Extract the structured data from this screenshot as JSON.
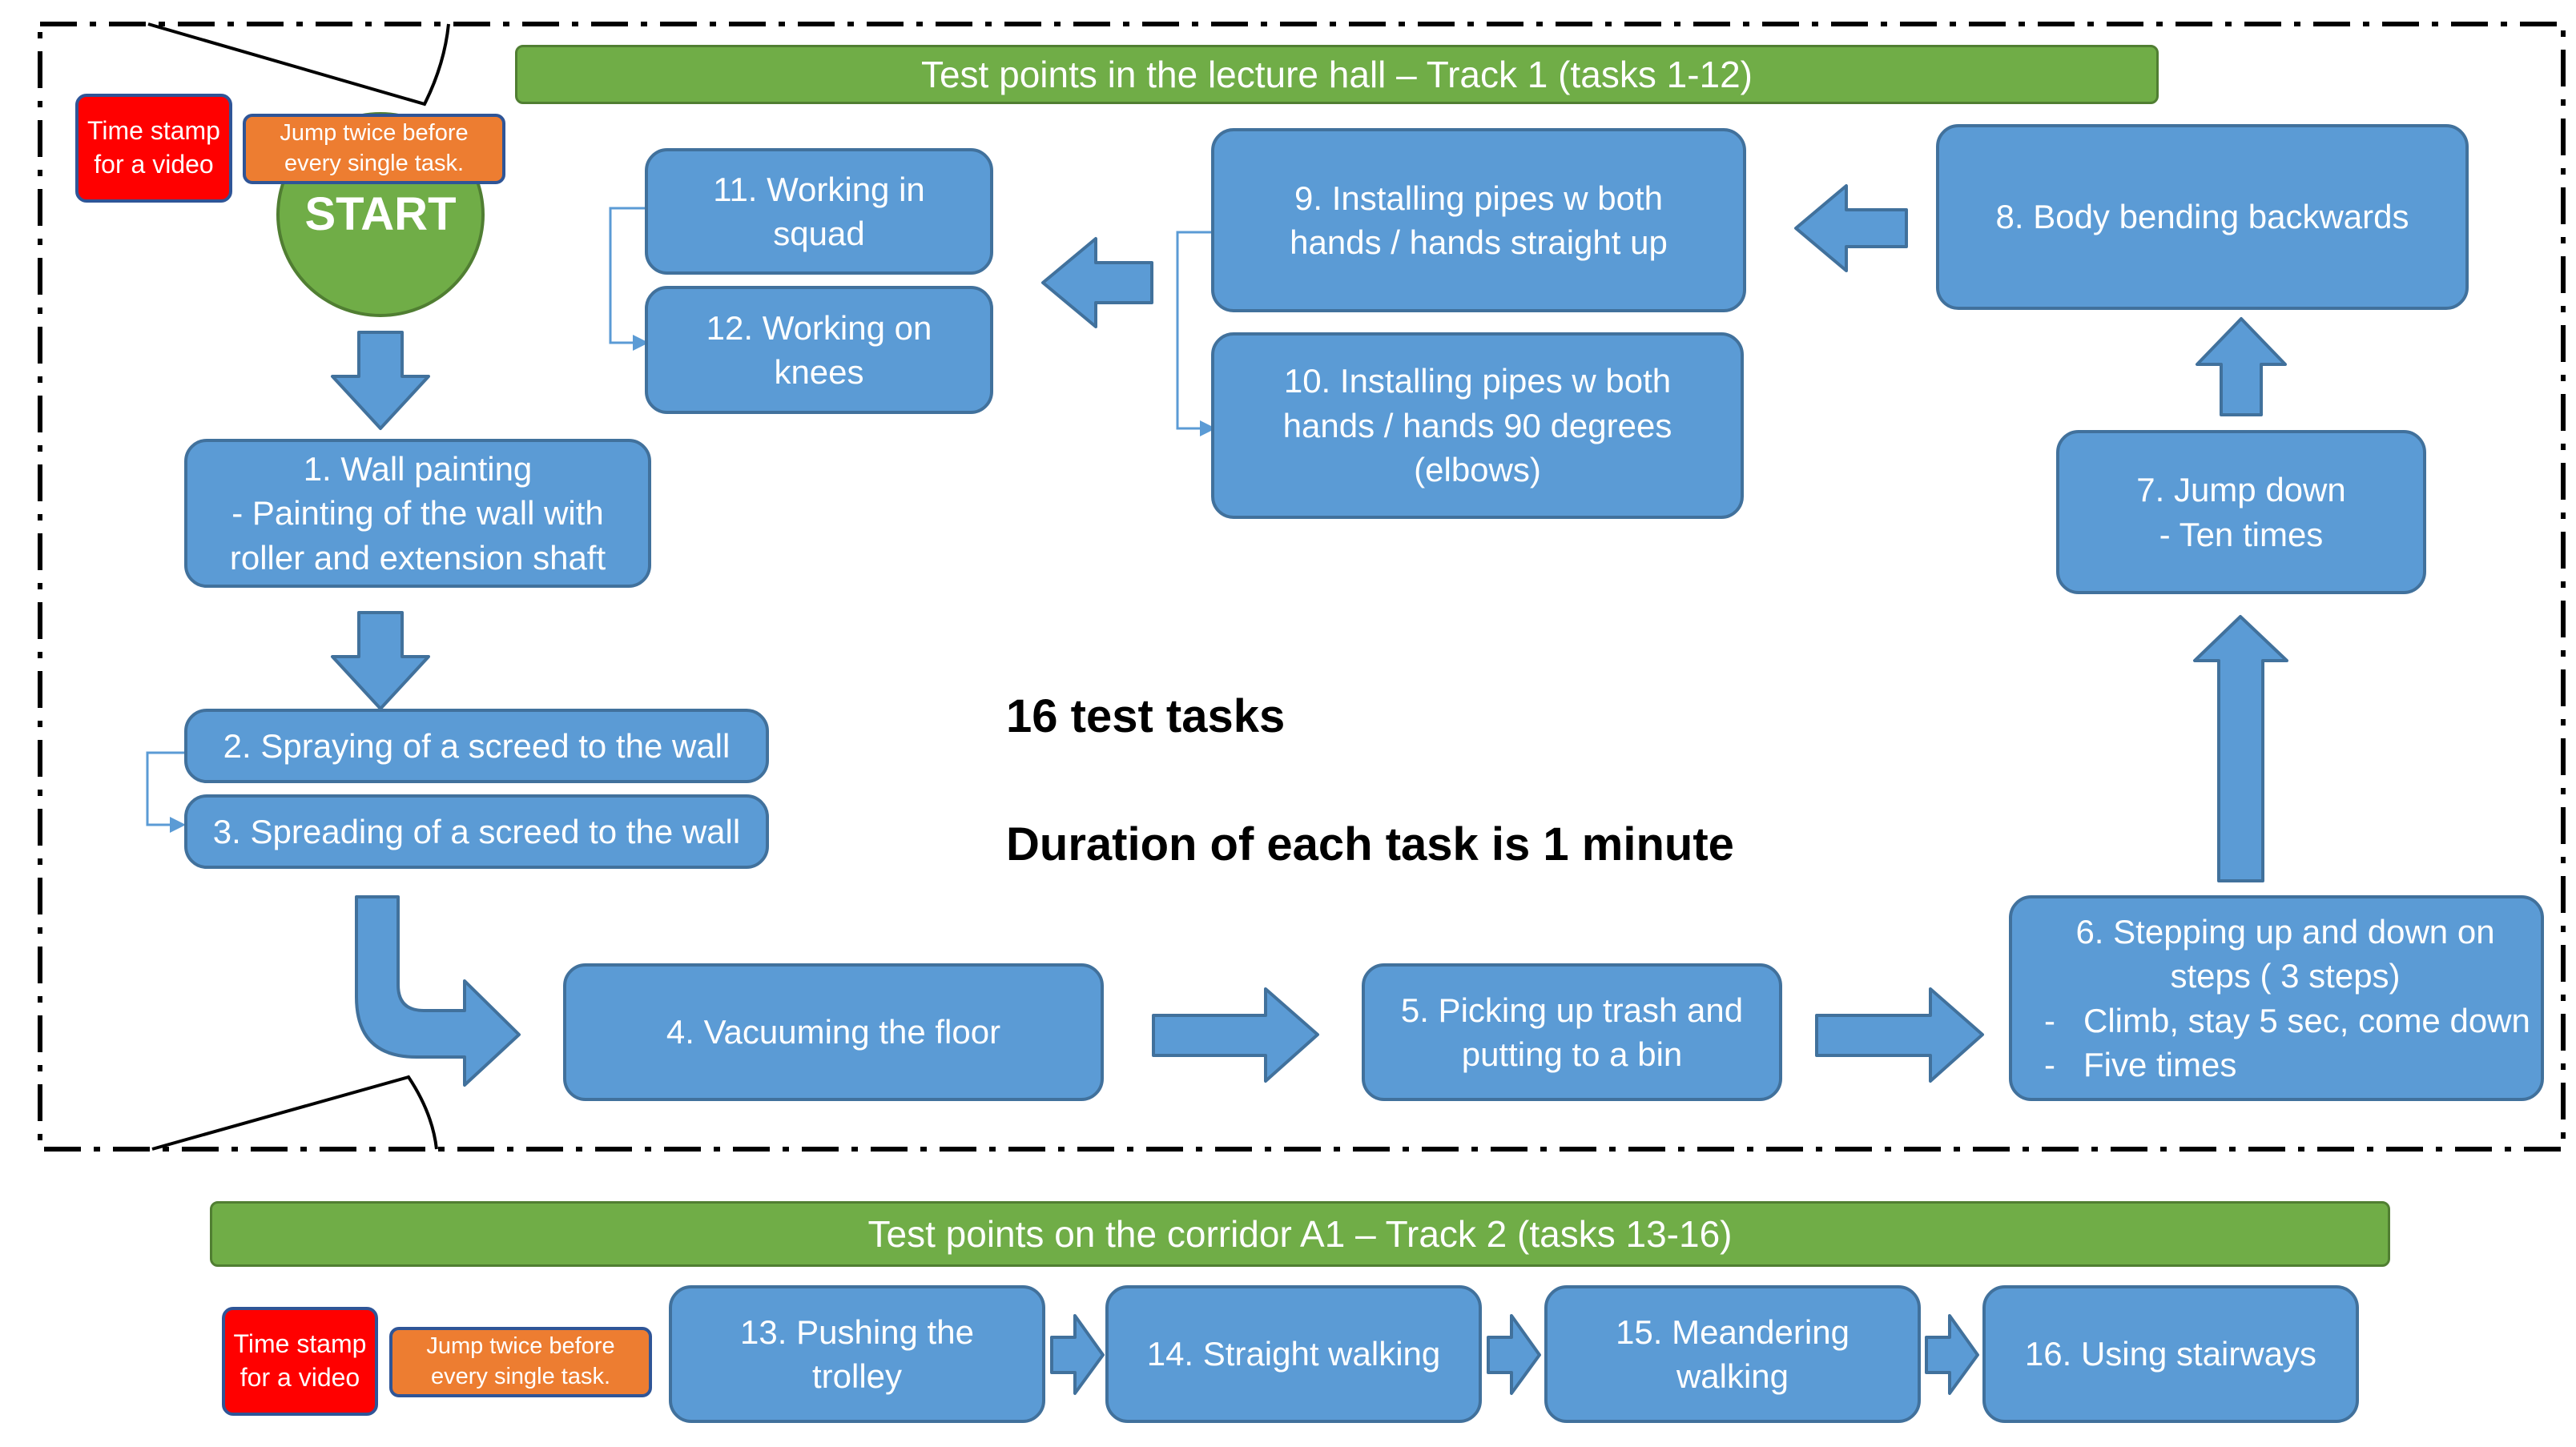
{
  "track1": {
    "title": "Test points in the lecture hall – Track 1 (tasks 1-12)",
    "time_stamp": "Time stamp\nfor a video",
    "jump_note": "Jump twice before\nevery single task.",
    "start_label": "START"
  },
  "tasks": {
    "t1": "1.  Wall painting\n- Painting of the wall with\nroller and extension shaft",
    "t2": "2. Spraying of a screed to the wall",
    "t3": "3. Spreading of a screed to the wall",
    "t4": "4. Vacuuming the floor",
    "t5": "5. Picking up trash and\nputting to a bin",
    "t6_title": "6. Stepping up and down on\nsteps ( 3 steps)",
    "t6_b1": "-   Climb, stay 5 sec, come down",
    "t6_b2": "-   Five times",
    "t7": "7. Jump down\n- Ten times",
    "t8": "8. Body bending backwards",
    "t9": "9. Installing pipes w both\nhands / hands straight up",
    "t10": "10. Installing pipes w both\nhands / hands 90 degrees\n(elbows)",
    "t11": "11. Working in\nsquad",
    "t12": "12. Working on\nknees",
    "t13": "13. Pushing the\ntrolley",
    "t14": "14. Straight walking",
    "t15": "15. Meandering\nwalking",
    "t16": "16. Using stairways"
  },
  "summary": {
    "line1": "16 test tasks",
    "line2": "Duration of each task is 1 minute"
  },
  "track2": {
    "title": "Test points on the corridor A1 – Track 2 (tasks 13-16)",
    "time_stamp": "Time stamp\nfor a video",
    "jump_note": "Jump twice before\nevery single task."
  },
  "colors": {
    "task_fill": "#5b9bd5",
    "task_border": "#41719c",
    "banner_green": "#70ad47",
    "note_red": "#ff0000",
    "note_orange": "#ed7d31"
  }
}
